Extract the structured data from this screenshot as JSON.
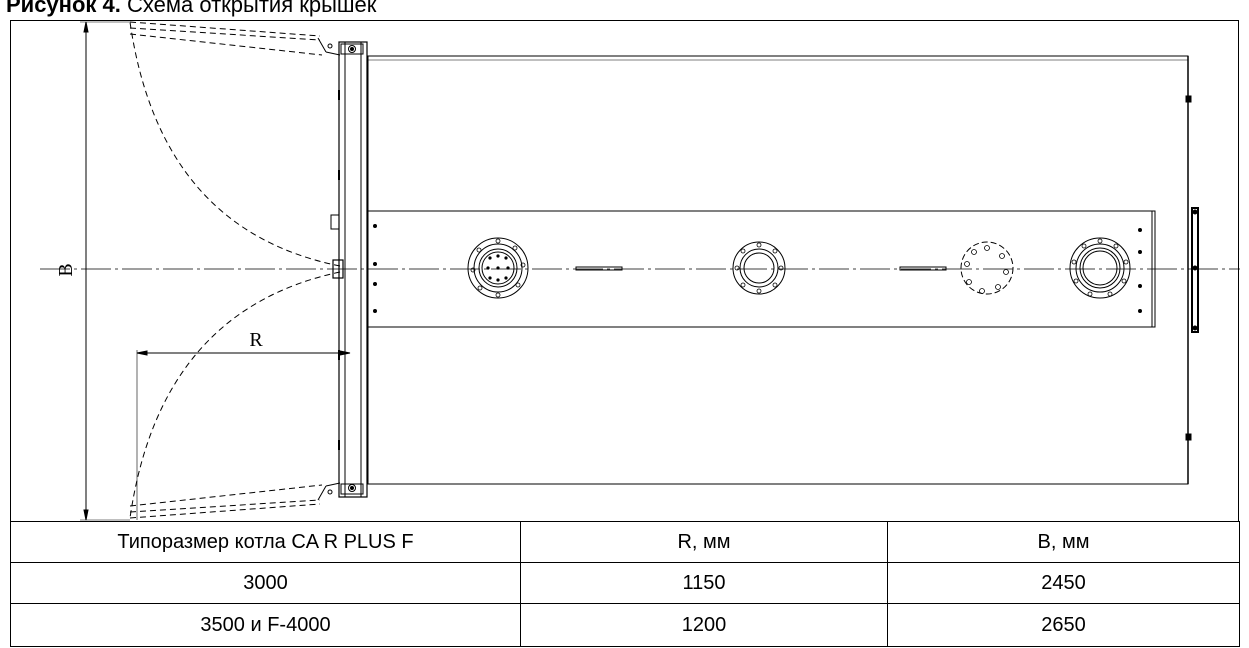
{
  "figure": {
    "caption_bold": "Рисунок 4.",
    "caption_text": " Схема открытия крышек",
    "dim_b_label": "B",
    "dim_r_label": "R"
  },
  "table": {
    "headers": [
      "Типоразмер котла CA R PLUS F",
      "R, мм",
      "B, мм"
    ],
    "rows": [
      [
        "3000",
        "1150",
        "2450"
      ],
      [
        "3500 и F-4000",
        "1200",
        "2650"
      ]
    ]
  },
  "colors": {
    "line": "#000000",
    "background": "#ffffff"
  }
}
